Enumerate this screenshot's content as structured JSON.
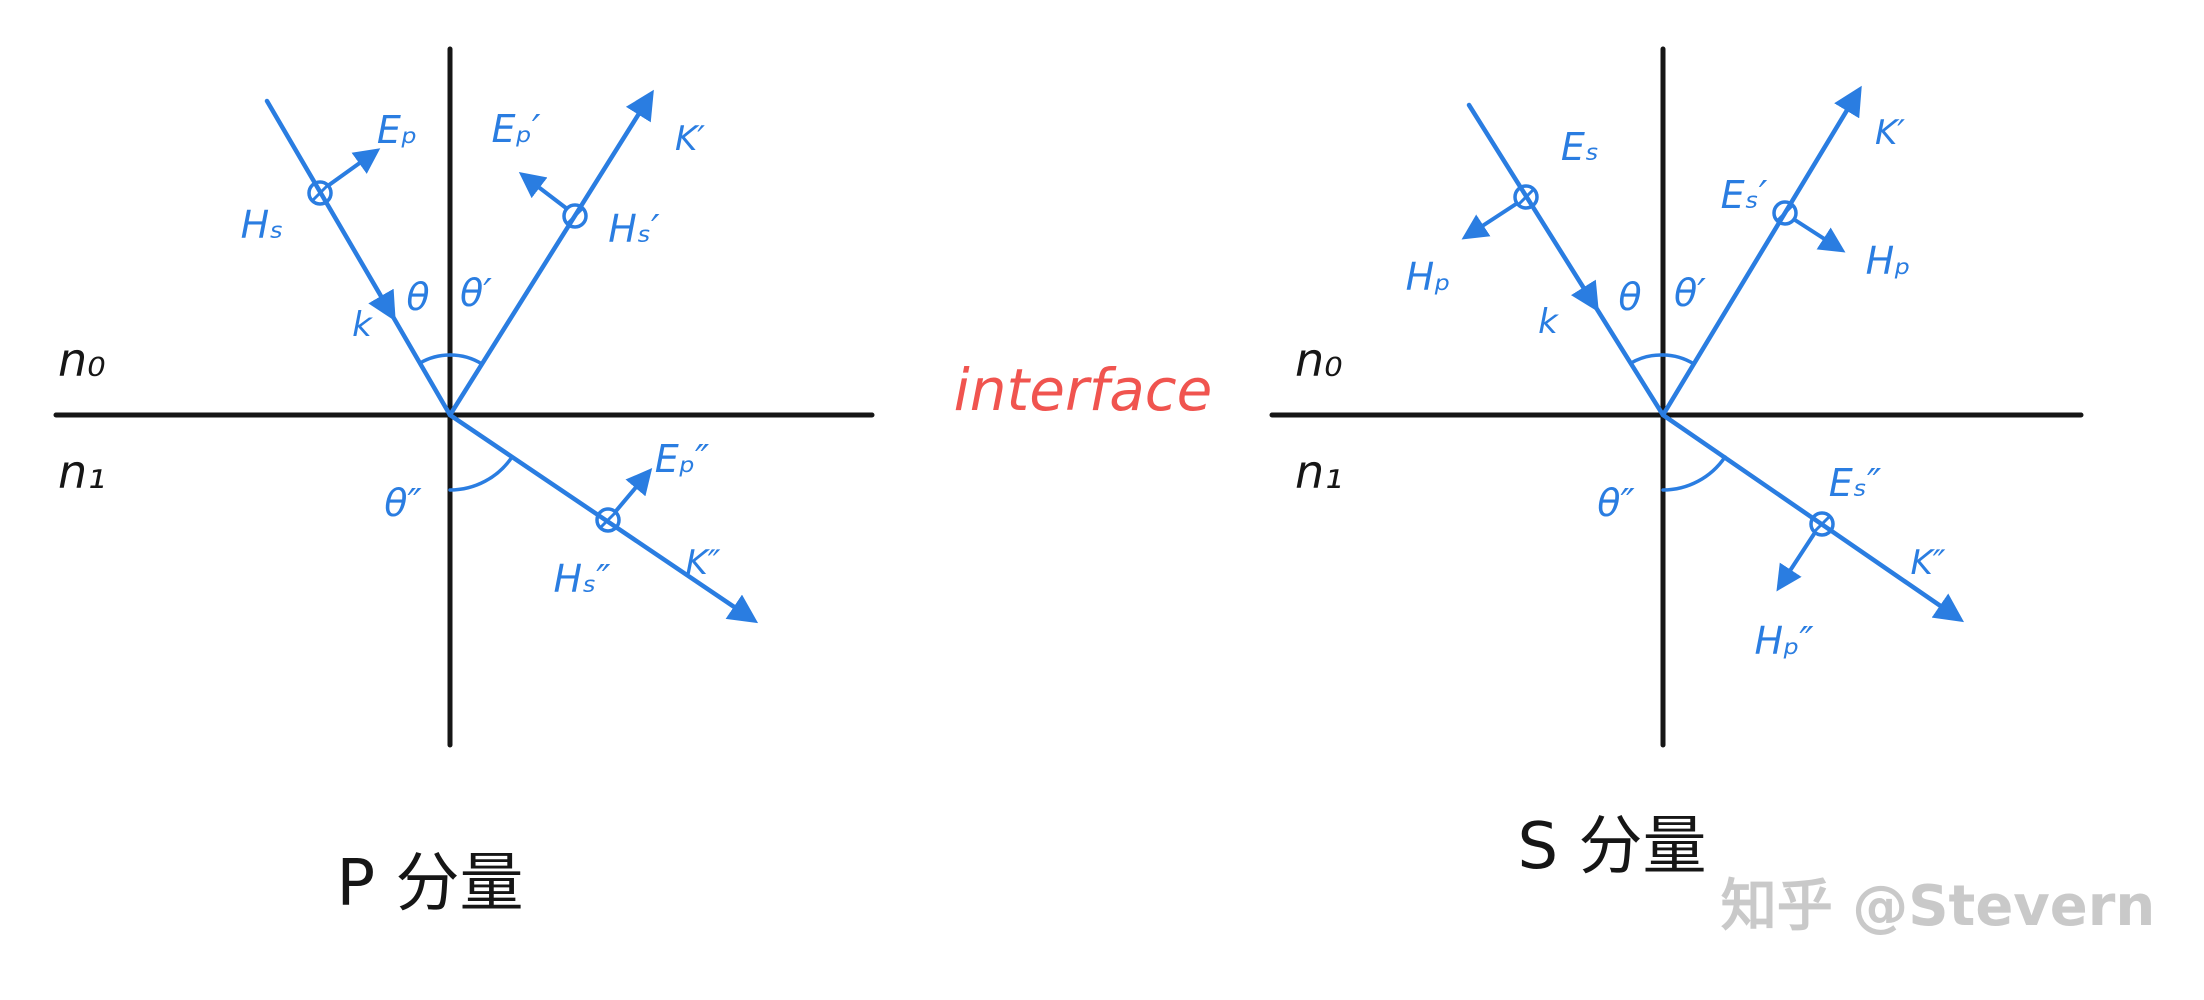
{
  "colors": {
    "ink_blue": "#2a7de1",
    "ink_red": "#f0544f",
    "axis_black": "#161616",
    "watermark_gray": "#c9c9c9",
    "background": "#ffffff"
  },
  "interface_label": "interface",
  "watermark": "知乎 @Stevern",
  "left": {
    "title": "P 分量",
    "medium_top": "n₀",
    "medium_bottom": "n₁",
    "wave_incident": "k",
    "wave_reflected": "K′",
    "wave_refracted": "K″",
    "angle_incident": "θ",
    "angle_reflected": "θ′",
    "angle_refracted": "θ″",
    "E_incident": "Eₚ",
    "E_reflected": "Eₚ′",
    "E_refracted": "Eₚ″",
    "H_incident": "Hₛ",
    "H_reflected": "Hₛ′",
    "H_refracted": "Hₛ″"
  },
  "right": {
    "title": "S 分量",
    "medium_top": "n₀",
    "medium_bottom": "n₁",
    "wave_incident": "k",
    "wave_reflected": "K′",
    "wave_refracted": "K″",
    "angle_incident": "θ",
    "angle_reflected": "θ′",
    "angle_refracted": "θ″",
    "E_incident": "Eₛ",
    "E_reflected": "Eₛ′",
    "E_refracted": "Eₛ″",
    "H_incident": "Hₚ",
    "H_reflected": "Hₚ",
    "H_refracted": "Hₚ″"
  }
}
